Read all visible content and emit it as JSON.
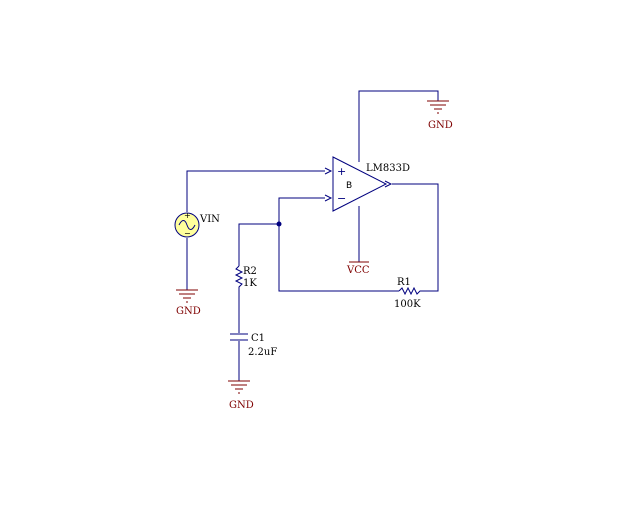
{
  "colors": {
    "wire": "#00007f",
    "ground": "#7f0000",
    "component": "#00007f",
    "source_fill": "#ffff9c",
    "source_wave": "#00007f",
    "label": "#000000",
    "junction": "#00007f"
  },
  "components": {
    "opamp": {
      "name": "LM833D",
      "unit": "B",
      "plus_sign": "+",
      "minus_sign": "−"
    },
    "source": {
      "name": "VIN",
      "plus_sign": "+",
      "minus_sign": "−"
    },
    "r1": {
      "ref": "R1",
      "value": "100K"
    },
    "r2": {
      "ref": "R2",
      "value": "1K"
    },
    "c1": {
      "ref": "C1",
      "value": "2.2uF"
    }
  },
  "power": {
    "vcc_label": "VCC",
    "gnd_label": "GND"
  }
}
